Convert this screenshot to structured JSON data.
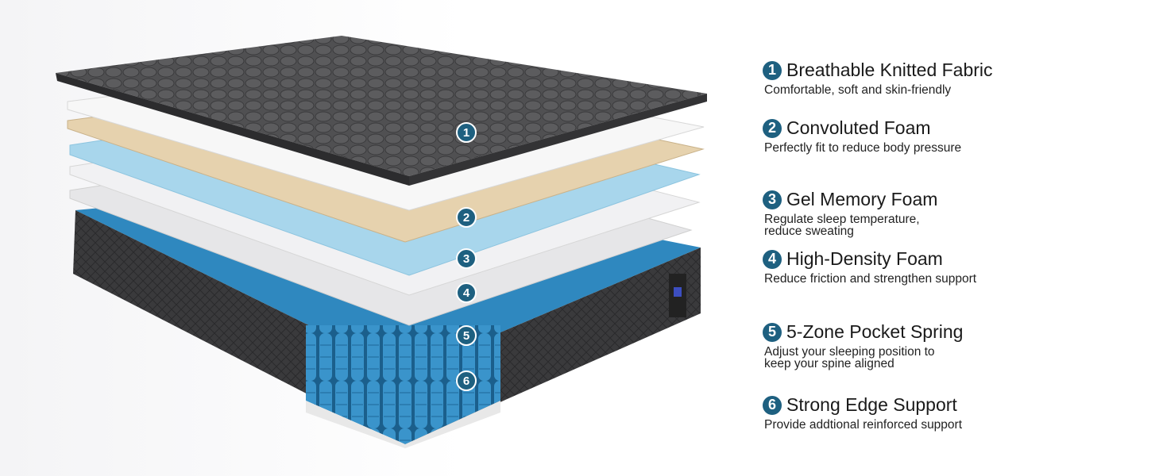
{
  "features": [
    {
      "num": "1",
      "title": "Breathable Knitted Fabric",
      "desc": "Comfortable, soft and skin-friendly"
    },
    {
      "num": "2",
      "title": "Convoluted Foam",
      "desc": "Perfectly fit to reduce body pressure"
    },
    {
      "num": "3",
      "title": "Gel Memory Foam",
      "desc": "Regulate sleep temperature, reduce sweating"
    },
    {
      "num": "4",
      "title": "High-Density Foam",
      "desc": "Reduce friction and strengthen support"
    },
    {
      "num": "5",
      "title": "5-Zone Pocket Spring",
      "desc": "Adjust your sleeping position to keep your spine aligned"
    },
    {
      "num": "6",
      "title": "Strong Edge Support",
      "desc": "Provide addtional reinforced support"
    }
  ],
  "colors": {
    "badge": "#1e6080",
    "fabric": "#4a4a4c",
    "gel": "#a8d6ec",
    "convoluted": "#e6d2ae",
    "spring": "#2f87bd"
  }
}
